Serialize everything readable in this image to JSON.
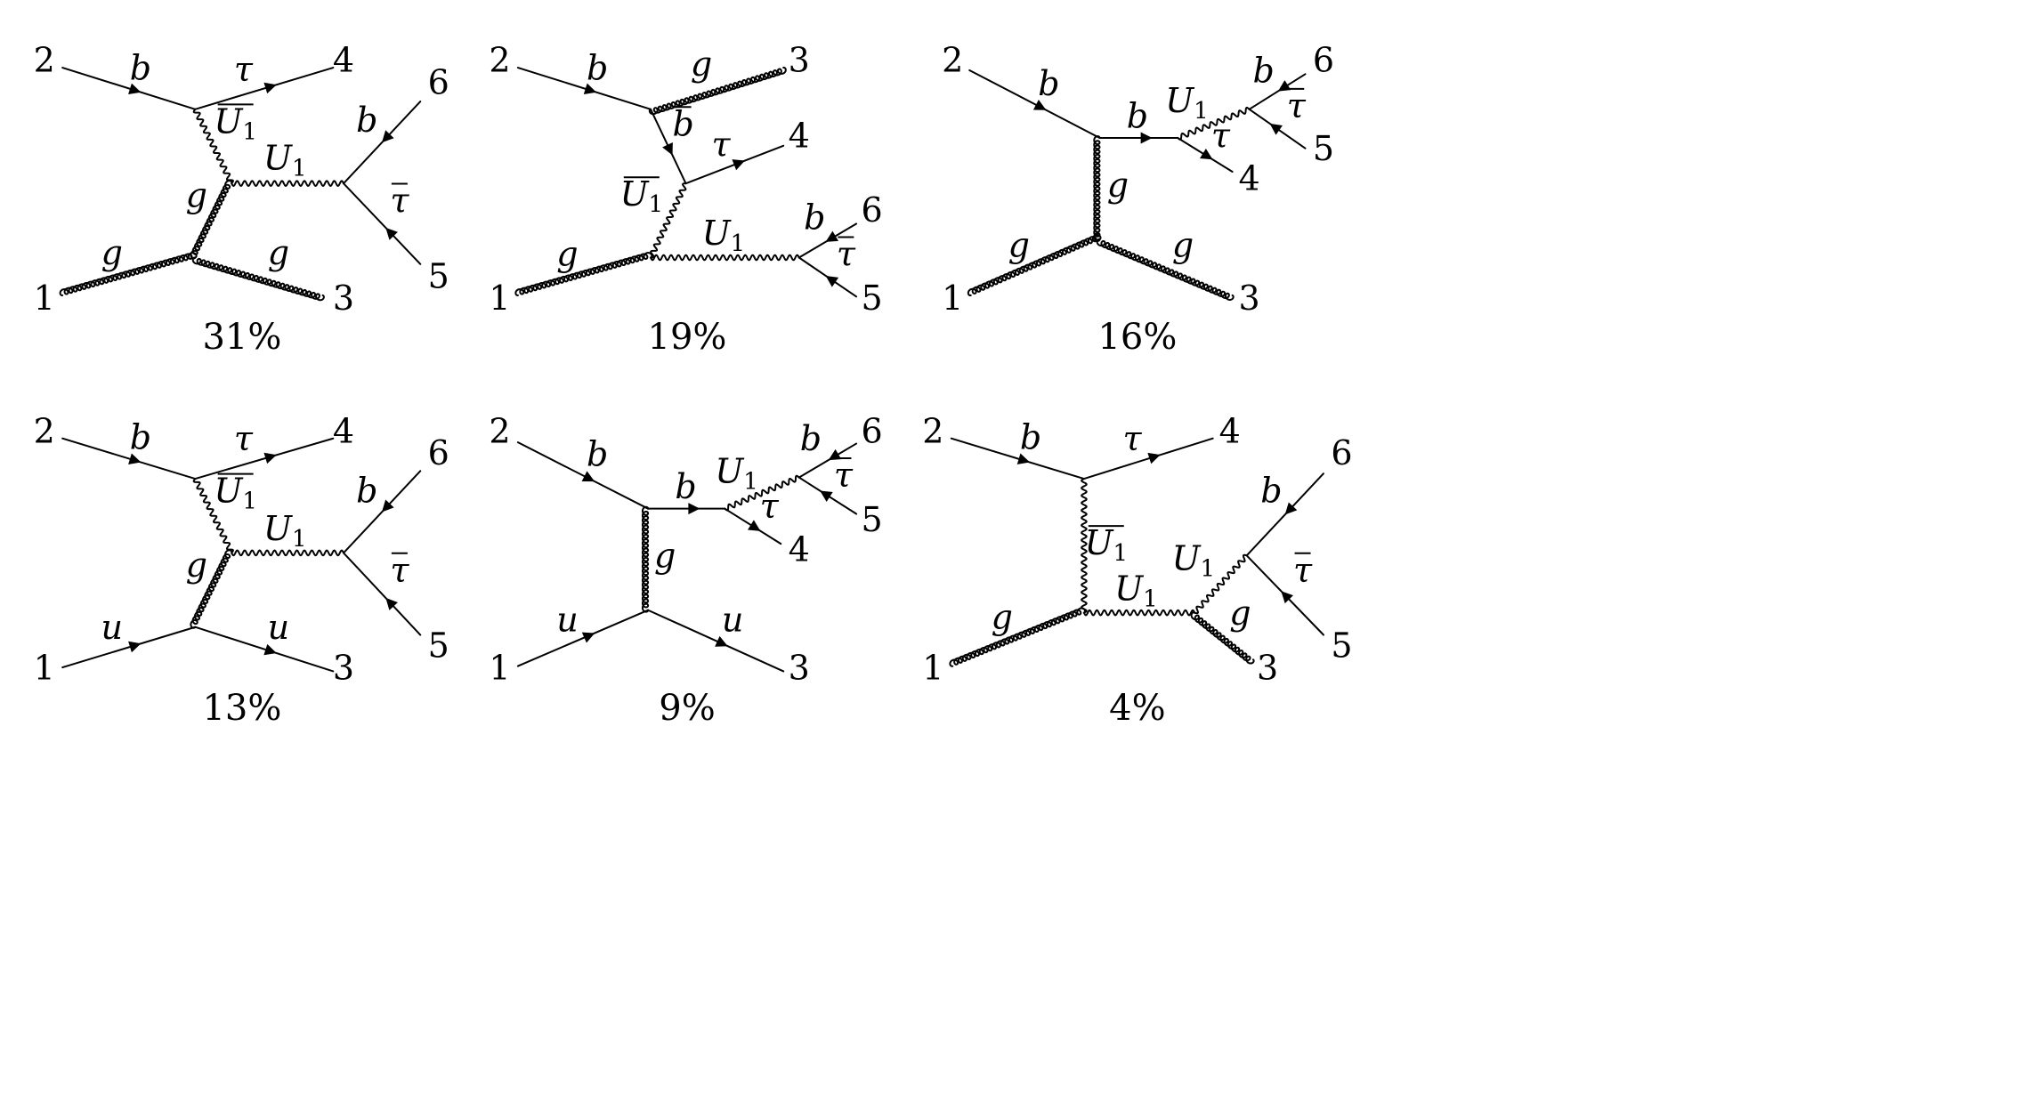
{
  "figure": {
    "diagrams": [
      {
        "id": "d1",
        "percentage": "31%",
        "external_labels": [
          "2",
          "4",
          "6",
          "5",
          "1",
          "3"
        ],
        "particle_labels": {
          "b_in": "b",
          "tau_out": "τ",
          "U1bar": "U",
          "U1bar_sub": "1",
          "U1": "U",
          "U1_sub": "1",
          "b_out": "b",
          "taubar_out": "τ",
          "g_prop": "g",
          "g_in": "g",
          "g_out": "g"
        }
      },
      {
        "id": "d2",
        "percentage": "19%",
        "external_labels": [
          "2",
          "3",
          "4",
          "6",
          "5",
          "1"
        ],
        "particle_labels": {
          "b_in": "b",
          "g_out": "g",
          "bbar_prop": "b",
          "tau_out": "τ",
          "U1bar": "U",
          "U1bar_sub": "1",
          "U1": "U",
          "U1_sub": "1",
          "b_out": "b",
          "taubar_out": "τ",
          "g_in": "g"
        }
      },
      {
        "id": "d3",
        "percentage": "16%",
        "external_labels": [
          "2",
          "6",
          "5",
          "4",
          "1",
          "3"
        ],
        "particle_labels": {
          "b_in": "b",
          "b_prop": "b",
          "U1": "U",
          "U1_sub": "1",
          "tau_out": "τ",
          "b_out": "b",
          "taubar_out": "τ",
          "g_prop": "g",
          "g_in": "g",
          "g_out": "g"
        }
      },
      {
        "id": "d4",
        "percentage": "13%",
        "external_labels": [
          "2",
          "4",
          "6",
          "5",
          "1",
          "3"
        ],
        "particle_labels": {
          "b_in": "b",
          "tau_out": "τ",
          "U1bar": "U",
          "U1bar_sub": "1",
          "U1": "U",
          "U1_sub": "1",
          "b_out": "b",
          "taubar_out": "τ",
          "g_prop": "g",
          "u_in": "u",
          "u_out": "u"
        }
      },
      {
        "id": "d5",
        "percentage": "9%",
        "external_labels": [
          "2",
          "6",
          "5",
          "4",
          "1",
          "3"
        ],
        "particle_labels": {
          "b_in": "b",
          "b_prop": "b",
          "U1": "U",
          "U1_sub": "1",
          "tau_out": "τ",
          "b_out": "b",
          "taubar_out": "τ",
          "g_prop": "g",
          "u_in": "u",
          "u_out": "u"
        }
      },
      {
        "id": "d6",
        "percentage": "4%",
        "external_labels": [
          "2",
          "4",
          "6",
          "5",
          "1",
          "3"
        ],
        "particle_labels": {
          "b_in": "b",
          "tau_out": "τ",
          "U1bar": "U",
          "U1bar_sub": "1",
          "U1a": "U",
          "U1a_sub": "1",
          "U1b": "U",
          "U1b_sub": "1",
          "b_out": "b",
          "taubar_out": "τ",
          "g_in": "g",
          "g_out": "g"
        }
      }
    ]
  }
}
